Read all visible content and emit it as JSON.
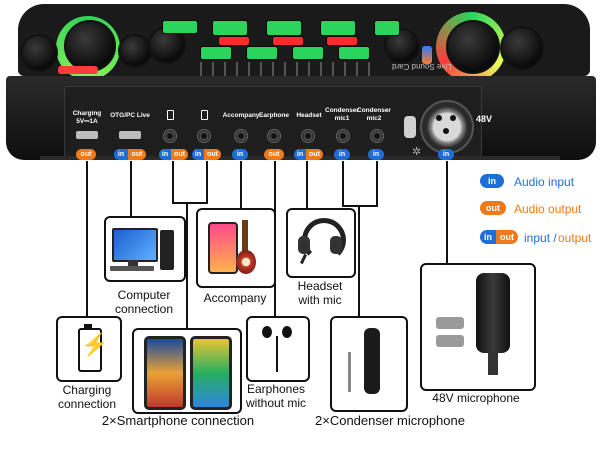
{
  "device": {
    "brand_text": "Live Sound Card",
    "ports": [
      {
        "label": "Charging",
        "sublabel": "5V⎓1A",
        "io": "out"
      },
      {
        "label": "OTG/PC Live",
        "sublabel": "",
        "io": "in/out"
      },
      {
        "label": "",
        "sublabel": "",
        "io": "in/out",
        "icon": "smartphone-icon"
      },
      {
        "label": "",
        "sublabel": "",
        "io": "in/out",
        "icon": "smartphone-icon"
      },
      {
        "label": "Accompany",
        "sublabel": "",
        "io": "in"
      },
      {
        "label": "Earphone",
        "sublabel": "",
        "io": "out"
      },
      {
        "label": "Headset",
        "sublabel": "",
        "io": "in/out"
      },
      {
        "label": "Condenser",
        "sublabel": "mic1",
        "io": "in"
      },
      {
        "label": "Condenser",
        "sublabel": "mic2",
        "io": "in"
      }
    ],
    "xlr_label": "48V",
    "xlr_io": "in"
  },
  "chips": {
    "in": "in",
    "out": "out"
  },
  "legend": {
    "input": "Audio input",
    "output": "Audio output",
    "inout_a": "input /",
    "inout_b": "output"
  },
  "captions": {
    "computer": "Computer",
    "computer_2": "connection",
    "accompany": "Accompany",
    "headset": "Headset",
    "headset_2": "with mic",
    "charging": "Charging",
    "charging_2": "connection",
    "earphones": "Earphones",
    "earphones_2": "without mic",
    "mic48v": "48V microphone",
    "smartphones": "2×Smartphone connection",
    "condensers": "2×Condenser microphone"
  },
  "colors": {
    "input_blue": "#1e6ed8",
    "output_orange": "#f07a1a",
    "device_black": "#1a1a1a"
  }
}
